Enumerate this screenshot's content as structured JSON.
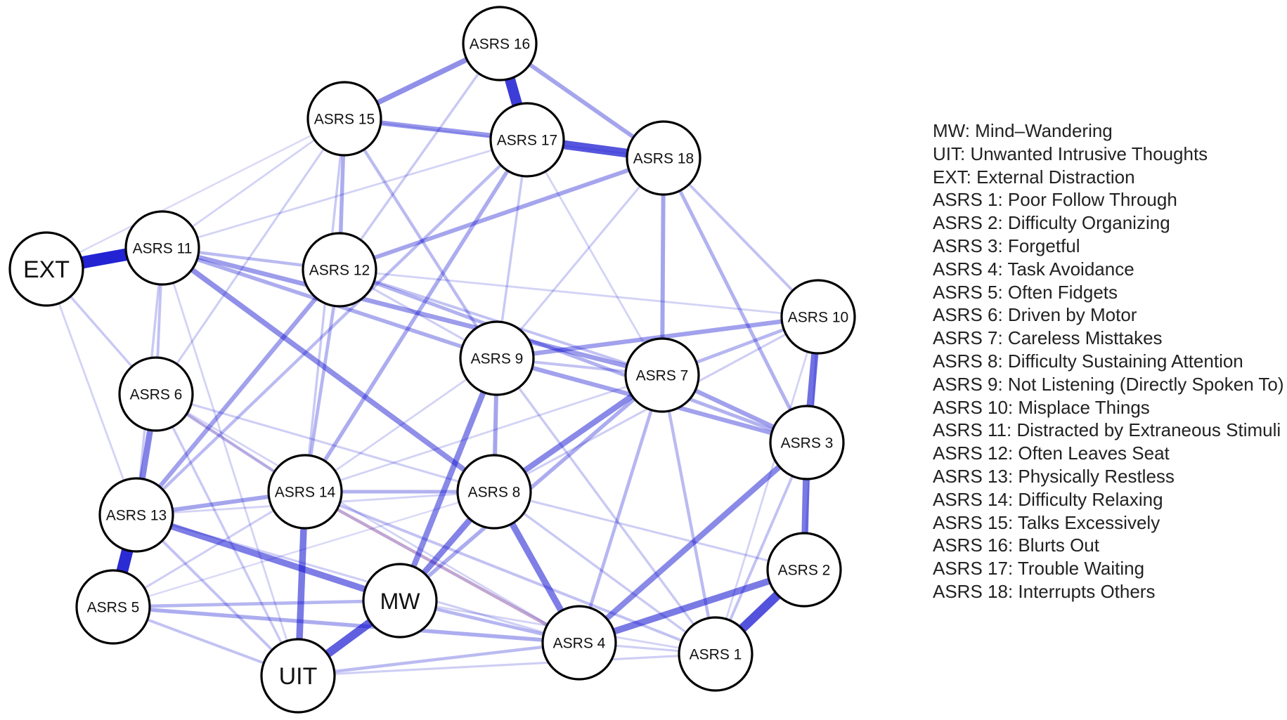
{
  "nodes": [
    {
      "id": "EXT",
      "label": "EXT"
    },
    {
      "id": "ASRS11",
      "label": "ASRS 11"
    },
    {
      "id": "ASRS12",
      "label": "ASRS 12"
    },
    {
      "id": "ASRS15",
      "label": "ASRS 15"
    },
    {
      "id": "ASRS16",
      "label": "ASRS 16"
    },
    {
      "id": "ASRS17",
      "label": "ASRS 17"
    },
    {
      "id": "ASRS18",
      "label": "ASRS 18"
    },
    {
      "id": "ASRS10",
      "label": "ASRS 10"
    },
    {
      "id": "ASRS9",
      "label": "ASRS 9"
    },
    {
      "id": "ASRS7",
      "label": "ASRS 7"
    },
    {
      "id": "ASRS6",
      "label": "ASRS 6"
    },
    {
      "id": "ASRS3",
      "label": "ASRS 3"
    },
    {
      "id": "ASRS13",
      "label": "ASRS 13"
    },
    {
      "id": "ASRS14",
      "label": "ASRS 14"
    },
    {
      "id": "ASRS8",
      "label": "ASRS 8"
    },
    {
      "id": "ASRS2",
      "label": "ASRS 2"
    },
    {
      "id": "ASRS5",
      "label": "ASRS 5"
    },
    {
      "id": "MW",
      "label": "MW"
    },
    {
      "id": "ASRS4",
      "label": "ASRS 4"
    },
    {
      "id": "ASRS1",
      "label": "ASRS 1"
    },
    {
      "id": "UIT",
      "label": "UIT"
    }
  ],
  "edges": [
    {
      "from": "EXT",
      "to": "ASRS11",
      "weight": 1.0,
      "sign": "positive"
    },
    {
      "from": "ASRS13",
      "to": "ASRS5",
      "weight": 0.95,
      "sign": "positive"
    },
    {
      "from": "ASRS16",
      "to": "ASRS17",
      "weight": 0.85,
      "sign": "positive"
    },
    {
      "from": "ASRS17",
      "to": "ASRS18",
      "weight": 0.7,
      "sign": "positive"
    },
    {
      "from": "ASRS2",
      "to": "ASRS1",
      "weight": 0.72,
      "sign": "positive"
    },
    {
      "from": "MW",
      "to": "UIT",
      "weight": 0.65,
      "sign": "positive"
    },
    {
      "from": "ASRS10",
      "to": "ASRS3",
      "weight": 0.55,
      "sign": "positive"
    },
    {
      "from": "ASRS3",
      "to": "ASRS2",
      "weight": 0.5,
      "sign": "positive"
    },
    {
      "from": "ASRS14",
      "to": "UIT",
      "weight": 0.5,
      "sign": "positive"
    },
    {
      "from": "ASRS8",
      "to": "ASRS4",
      "weight": 0.48,
      "sign": "positive"
    },
    {
      "from": "ASRS13",
      "to": "MW",
      "weight": 0.48,
      "sign": "positive"
    },
    {
      "from": "ASRS2",
      "to": "ASRS4",
      "weight": 0.5,
      "sign": "positive"
    },
    {
      "from": "ASRS6",
      "to": "ASRS13",
      "weight": 0.45,
      "sign": "positive"
    },
    {
      "from": "ASRS8",
      "to": "MW",
      "weight": 0.45,
      "sign": "positive"
    },
    {
      "from": "ASRS9",
      "to": "MW",
      "weight": 0.42,
      "sign": "positive"
    },
    {
      "from": "ASRS7",
      "to": "ASRS8",
      "weight": 0.42,
      "sign": "positive"
    },
    {
      "from": "ASRS3",
      "to": "ASRS4",
      "weight": 0.42,
      "sign": "positive"
    },
    {
      "from": "ASRS11",
      "to": "ASRS8",
      "weight": 0.38,
      "sign": "positive"
    },
    {
      "from": "ASRS16",
      "to": "ASRS15",
      "weight": 0.38,
      "sign": "positive"
    },
    {
      "from": "ASRS15",
      "to": "ASRS17",
      "weight": 0.35,
      "sign": "positive"
    },
    {
      "from": "ASRS11",
      "to": "ASRS7",
      "weight": 0.32,
      "sign": "positive"
    },
    {
      "from": "ASRS9",
      "to": "ASRS10",
      "weight": 0.3,
      "sign": "positive"
    },
    {
      "from": "ASRS12",
      "to": "ASRS13",
      "weight": 0.3,
      "sign": "positive"
    },
    {
      "from": "ASRS9",
      "to": "ASRS3",
      "weight": 0.3,
      "sign": "positive"
    },
    {
      "from": "ASRS7",
      "to": "ASRS3",
      "weight": 0.3,
      "sign": "positive"
    },
    {
      "from": "ASRS18",
      "to": "ASRS7",
      "weight": 0.28,
      "sign": "positive"
    },
    {
      "from": "ASRS12",
      "to": "ASRS18",
      "weight": 0.28,
      "sign": "positive"
    },
    {
      "from": "ASRS16",
      "to": "ASRS18",
      "weight": 0.28,
      "sign": "positive"
    },
    {
      "from": "ASRS9",
      "to": "ASRS8",
      "weight": 0.28,
      "sign": "positive"
    },
    {
      "from": "ASRS13",
      "to": "ASRS14",
      "weight": 0.28,
      "sign": "positive"
    },
    {
      "from": "ASRS5",
      "to": "ASRS4",
      "weight": 0.25,
      "sign": "positive"
    },
    {
      "from": "ASRS7",
      "to": "MW",
      "weight": 0.25,
      "sign": "positive"
    },
    {
      "from": "ASRS15",
      "to": "ASRS12",
      "weight": 0.25,
      "sign": "positive"
    },
    {
      "from": "ASRS17",
      "to": "ASRS14",
      "weight": 0.25,
      "sign": "positive"
    },
    {
      "from": "ASRS11",
      "to": "ASRS9",
      "weight": 0.25,
      "sign": "positive"
    },
    {
      "from": "ASRS12",
      "to": "ASRS3",
      "weight": 0.22,
      "sign": "positive"
    },
    {
      "from": "ASRS18",
      "to": "ASRS3",
      "weight": 0.22,
      "sign": "positive"
    },
    {
      "from": "ASRS14",
      "to": "ASRS8",
      "weight": 0.22,
      "sign": "positive"
    },
    {
      "from": "ASRS12",
      "to": "ASRS14",
      "weight": 0.2,
      "sign": "positive"
    },
    {
      "from": "ASRS5",
      "to": "MW",
      "weight": 0.2,
      "sign": "positive"
    },
    {
      "from": "MW",
      "to": "ASRS4",
      "weight": 0.2,
      "sign": "positive"
    },
    {
      "from": "ASRS7",
      "to": "ASRS4",
      "weight": 0.2,
      "sign": "positive"
    },
    {
      "from": "ASRS7",
      "to": "ASRS10",
      "weight": 0.2,
      "sign": "positive"
    },
    {
      "from": "ASRS6",
      "to": "ASRS14",
      "weight": 0.18,
      "sign": "positive"
    },
    {
      "from": "ASRS11",
      "to": "ASRS12",
      "weight": 0.18,
      "sign": "positive"
    },
    {
      "from": "ASRS15",
      "to": "ASRS9",
      "weight": 0.18,
      "sign": "positive"
    },
    {
      "from": "ASRS17",
      "to": "ASRS13",
      "weight": 0.18,
      "sign": "positive"
    },
    {
      "from": "ASRS14",
      "to": "ASRS4",
      "weight": 0.18,
      "sign": "positive"
    },
    {
      "from": "UIT",
      "to": "ASRS4",
      "weight": 0.18,
      "sign": "positive"
    },
    {
      "from": "ASRS7",
      "to": "ASRS1",
      "weight": 0.18,
      "sign": "positive"
    },
    {
      "from": "ASRS10",
      "to": "ASRS18",
      "weight": 0.15,
      "sign": "positive"
    },
    {
      "from": "ASRS3",
      "to": "ASRS1",
      "weight": 0.15,
      "sign": "positive"
    },
    {
      "from": "ASRS11",
      "to": "ASRS6",
      "weight": 0.15,
      "sign": "positive"
    },
    {
      "from": "ASRS13",
      "to": "UIT",
      "weight": 0.15,
      "sign": "positive"
    },
    {
      "from": "ASRS5",
      "to": "UIT",
      "weight": 0.15,
      "sign": "positive"
    },
    {
      "from": "ASRS12",
      "to": "ASRS7",
      "weight": 0.15,
      "sign": "positive"
    },
    {
      "from": "ASRS9",
      "to": "ASRS7",
      "weight": 0.15,
      "sign": "positive"
    },
    {
      "from": "ASRS14",
      "to": "ASRS1",
      "weight": 0.15,
      "sign": "positive"
    },
    {
      "from": "ASRS9",
      "to": "ASRS1",
      "weight": 0.12,
      "sign": "positive"
    },
    {
      "from": "ASRS8",
      "to": "ASRS1",
      "weight": 0.12,
      "sign": "positive"
    },
    {
      "from": "ASRS6",
      "to": "UIT",
      "weight": 0.12,
      "sign": "positive"
    },
    {
      "from": "EXT",
      "to": "ASRS6",
      "weight": 0.12,
      "sign": "positive"
    },
    {
      "from": "ASRS11",
      "to": "ASRS13",
      "weight": 0.12,
      "sign": "positive"
    },
    {
      "from": "ASRS15",
      "to": "ASRS14",
      "weight": 0.12,
      "sign": "positive"
    },
    {
      "from": "ASRS16",
      "to": "ASRS12",
      "weight": 0.12,
      "sign": "positive"
    },
    {
      "from": "ASRS17",
      "to": "ASRS9",
      "weight": 0.12,
      "sign": "positive"
    },
    {
      "from": "ASRS18",
      "to": "ASRS9",
      "weight": 0.1,
      "sign": "positive"
    },
    {
      "from": "ASRS15",
      "to": "ASRS6",
      "weight": 0.1,
      "sign": "positive"
    },
    {
      "from": "ASRS10",
      "to": "ASRS8",
      "weight": 0.1,
      "sign": "positive"
    },
    {
      "from": "ASRS10",
      "to": "ASRS2",
      "weight": 0.1,
      "sign": "positive"
    },
    {
      "from": "ASRS8",
      "to": "ASRS2",
      "weight": 0.1,
      "sign": "positive"
    },
    {
      "from": "ASRS6",
      "to": "ASRS8",
      "weight": 0.1,
      "sign": "positive"
    },
    {
      "from": "ASRS5",
      "to": "ASRS14",
      "weight": 0.1,
      "sign": "positive"
    },
    {
      "from": "UIT",
      "to": "ASRS1",
      "weight": 0.1,
      "sign": "positive"
    },
    {
      "from": "ASRS13",
      "to": "ASRS4",
      "weight": 0.1,
      "sign": "positive"
    },
    {
      "from": "EXT",
      "to": "ASRS13",
      "weight": 0.08,
      "sign": "positive"
    },
    {
      "from": "EXT",
      "to": "ASRS15",
      "weight": 0.06,
      "sign": "positive"
    },
    {
      "from": "ASRS11",
      "to": "ASRS17",
      "weight": 0.08,
      "sign": "positive"
    },
    {
      "from": "ASRS11",
      "to": "ASRS15",
      "weight": 0.08,
      "sign": "positive"
    },
    {
      "from": "ASRS12",
      "to": "ASRS10",
      "weight": 0.08,
      "sign": "positive"
    },
    {
      "from": "ASRS12",
      "to": "ASRS9",
      "weight": 0.1,
      "sign": "positive"
    },
    {
      "from": "ASRS17",
      "to": "ASRS7",
      "weight": 0.08,
      "sign": "positive"
    },
    {
      "from": "ASRS15",
      "to": "ASRS18",
      "weight": 0.06,
      "sign": "positive"
    },
    {
      "from": "ASRS6",
      "to": "ASRS4",
      "weight": 0.08,
      "sign": "positive"
    },
    {
      "from": "ASRS5",
      "to": "ASRS8",
      "weight": 0.06,
      "sign": "positive"
    },
    {
      "from": "ASRS13",
      "to": "ASRS8",
      "weight": 0.08,
      "sign": "positive"
    },
    {
      "from": "ASRS14",
      "to": "ASRS7",
      "weight": 0.08,
      "sign": "positive"
    },
    {
      "from": "ASRS14",
      "to": "ASRS9",
      "weight": 0.08,
      "sign": "positive"
    },
    {
      "from": "MW",
      "to": "ASRS1",
      "weight": 0.08,
      "sign": "positive"
    },
    {
      "from": "ASRS4",
      "to": "ASRS1",
      "weight": 0.1,
      "sign": "positive"
    },
    {
      "from": "ASRS10",
      "to": "ASRS1",
      "weight": 0.08,
      "sign": "positive"
    },
    {
      "from": "ASRS11",
      "to": "UIT",
      "weight": 0.08,
      "sign": "positive"
    },
    {
      "from": "ASRS14",
      "to": "ASRS4",
      "weight": 0.2,
      "sign": "negative"
    },
    {
      "from": "ASRS6",
      "to": "ASRS14",
      "weight": 0.1,
      "sign": "negative"
    }
  ],
  "legend": [
    "MW: Mind–Wandering",
    "UIT: Unwanted Intrusive Thoughts",
    "EXT: External Distraction",
    "ASRS 1: Poor Follow Through",
    "ASRS 2: Difficulty Organizing",
    "ASRS 3: Forgetful",
    "ASRS 4: Task Avoidance",
    "ASRS 5: Often Fidgets",
    "ASRS 6: Driven by Motor",
    "ASRS 7: Careless Misttakes",
    "ASRS 8: Difficulty Sustaining Attention",
    "ASRS 9: Not Listening (Directly Spoken To)",
    "ASRS 10: Misplace Things",
    "ASRS 11: Distracted by Extraneous Stimuli",
    "ASRS 12: Often Leaves Seat",
    "ASRS 13: Physically Restless",
    "ASRS 14: Difficulty Relaxing",
    "ASRS 15: Talks Excessively",
    "ASRS 16: Blurts Out",
    "ASRS 17: Trouble Waiting",
    "ASRS 18: Interrupts Others"
  ],
  "colors": {
    "positive_edge": "#1010d0",
    "negative_edge": "#e03020",
    "node_fill": "#ffffff",
    "node_stroke": "#000000",
    "legend_text": "#222222"
  }
}
